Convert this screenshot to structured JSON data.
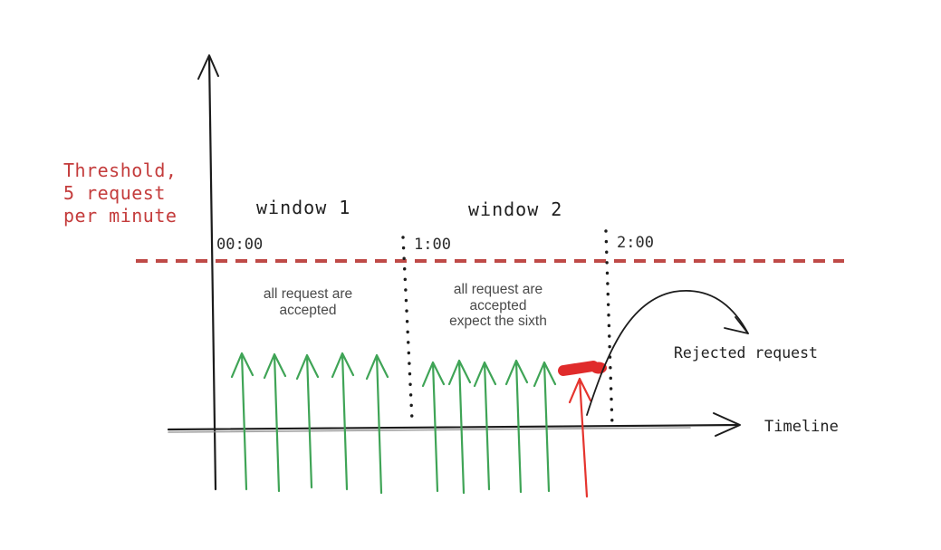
{
  "diagram": {
    "type": "fixed-window-rate-limiting",
    "threshold": {
      "label": "Threshold,\n5 request\nper minute",
      "value": 5,
      "unit": "requests per minute"
    },
    "windows": [
      {
        "label": "window 1",
        "start_time": "00:00",
        "note": "all request are\naccepted",
        "accepted_requests": 5,
        "rejected_requests": 0
      },
      {
        "label": "window 2",
        "start_time": "1:00",
        "note": "all request are\naccepted\nexpect the sixth",
        "accepted_requests": 5,
        "rejected_requests": 1
      }
    ],
    "time_markers": [
      "00:00",
      "1:00",
      "2:00"
    ],
    "rejected_label": "Rejected request",
    "timeline_label": "Timeline",
    "colors": {
      "threshold_text": "#c43c3c",
      "threshold_line": "#bf4a47",
      "accepted_arrow": "#3fa456",
      "rejected_arrow": "#e5342e",
      "rejection_mark": "#e02b2b",
      "axis": "#1c1c1c",
      "note_text": "#4a4a4a"
    }
  }
}
